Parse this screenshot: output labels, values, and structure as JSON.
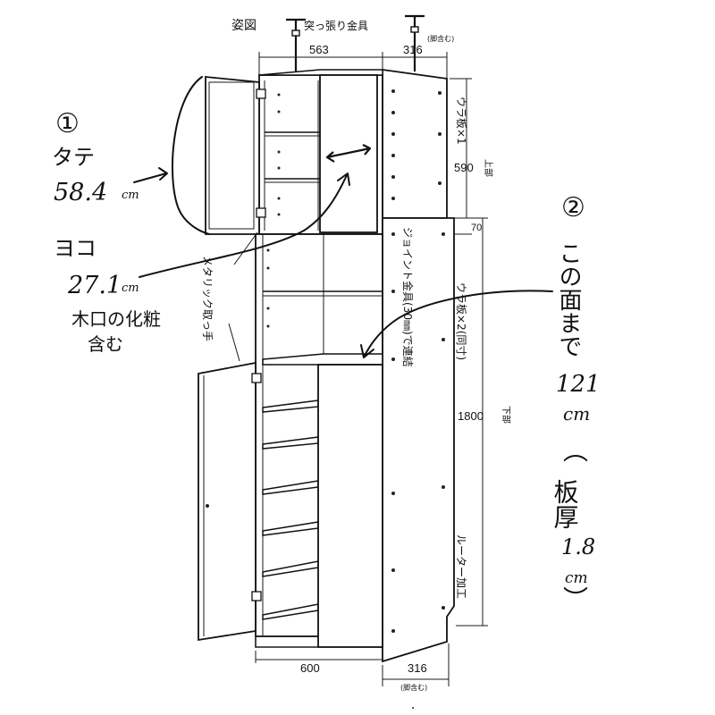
{
  "printed": {
    "title": "姿図",
    "tension_fitting": "突っ張り金具",
    "width_top": "563",
    "depth_top": "316",
    "depth_note_top": "(脚含む)",
    "back_panel_upper": "ウラ板×1",
    "height_upper": "590",
    "upper_mark": "上部",
    "gap": "70",
    "joint_fitting": "ジョイント金具(30㎜)で連結",
    "back_panel_lower": "ウラ板×2(同寸)",
    "height_lower": "1800",
    "lower_mark": "下部",
    "router": "ルーター加工",
    "metal_handle": "メタリック取っ手",
    "width_bottom": "600",
    "depth_bottom": "316",
    "depth_note_bottom": "(脚含む)"
  },
  "handwritten": {
    "note1_num": "①",
    "note1_tate_label": "タテ",
    "note1_tate_value": "58.4",
    "note1_tate_unit": "cm",
    "note1_yoko_label": "ヨコ",
    "note1_yoko_value": "27.1",
    "note1_yoko_unit": "cm",
    "note1_edge_l1": "木口の化粧",
    "note1_edge_l2": "含む",
    "note2_num": "②",
    "note2_l1": "この面まで",
    "note2_value": "121",
    "note2_unit": "cm",
    "note2_paren_open": "︵",
    "note2_thick": "板厚",
    "note2_thick_value": "1.8",
    "note2_thick_unit": "cm",
    "note2_paren_close": "︶"
  }
}
